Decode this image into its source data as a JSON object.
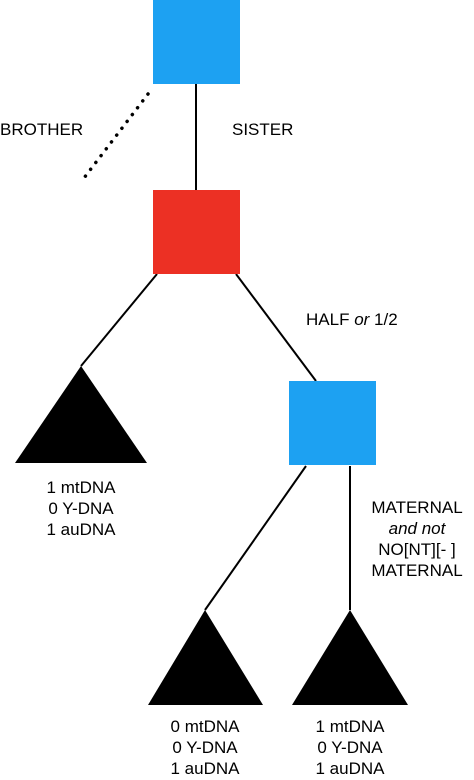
{
  "colors": {
    "blue": "#1DA1F2",
    "red": "#EC3024",
    "black": "#000000"
  },
  "labels": {
    "brother": "BROTHER",
    "sister": "SISTER",
    "half_prefix": "HALF ",
    "half_or": "or",
    "half_suffix": " 1/2",
    "maternal_line1": "MATERNAL",
    "maternal_line2": "and not",
    "maternal_line3": "NO[NT][- ]",
    "maternal_line4": "MATERNAL"
  },
  "children": {
    "left": {
      "mtdna": "1 mtDNA",
      "ydna": "0 Y-DNA",
      "audna": "1 auDNA"
    },
    "bottom_left": {
      "mtdna": "0 mtDNA",
      "ydna": "0 Y-DNA",
      "audna": "1 auDNA"
    },
    "bottom_right": {
      "mtdna": "1 mtDNA",
      "ydna": "0 Y-DNA",
      "audna": "1 auDNA"
    }
  }
}
